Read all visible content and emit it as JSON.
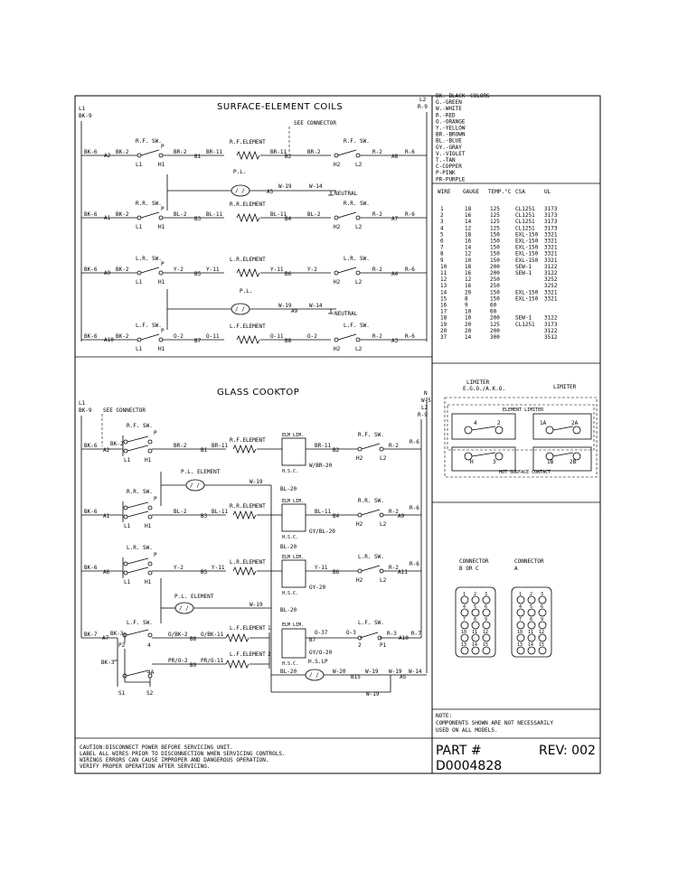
{
  "surface": {
    "title": "SURFACE-ELEMENT COILS",
    "l1": "L1",
    "bk9": "BK-9",
    "l2": "L2",
    "r9": "R-9",
    "see_connector": "SEE CONNECTOR",
    "neutral": "NEUTRAL",
    "pl": "P.L.",
    "w19": "W-19",
    "w14": "W-14",
    "a5": "A5",
    "a9": "A9",
    "rows": [
      {
        "left_wire": "BK-6",
        "left_term": "A2",
        "sw_in": "BK-2",
        "sw": "R.F. SW.",
        "l1": "L1",
        "h1": "H1",
        "p": "P",
        "out": "BR-2",
        "bterm": "B1",
        "wire1": "BR-11",
        "element": "R.F.ELEMENT",
        "wire2": "BR-11",
        "bterm2": "B2",
        "rwire": "BR-2",
        "rsw": "R.F. SW.",
        "h2": "H2",
        "l2": "L2",
        "rwire2": "R-2",
        "aterm": "A8",
        "right_wire": "R-6"
      },
      {
        "left_wire": "BK-6",
        "left_term": "A1",
        "sw_in": "BK-2",
        "sw": "R.R. SW.",
        "l1": "L1",
        "h1": "H1",
        "p": "P",
        "out": "BL-2",
        "bterm": "B3",
        "wire1": "BL-11",
        "element": "R.R.ELEMENT",
        "wire2": "BL-11",
        "bterm2": "B4",
        "rwire": "BL-2",
        "rsw": "R.R. SW.",
        "h2": "H2",
        "l2": "L2",
        "rwire2": "R-2",
        "aterm": "A7",
        "right_wire": "R-6"
      },
      {
        "left_wire": "BK-6",
        "left_term": "A9",
        "sw_in": "BK-2",
        "sw": "L.R. SW.",
        "l1": "L1",
        "h1": "H1",
        "p": "P",
        "out": "Y-2",
        "bterm": "B5",
        "wire1": "Y-11",
        "element": "L.R.ELEMENT",
        "wire2": "Y-11",
        "bterm2": "B6",
        "rwire": "Y-2",
        "rsw": "L.R. SW.",
        "h2": "H2",
        "l2": "L2",
        "rwire2": "R-2",
        "aterm": "A4",
        "right_wire": "R-6"
      },
      {
        "left_wire": "BK-6",
        "left_term": "A10",
        "sw_in": "BK-2",
        "sw": "L.F. SW.",
        "l1": "L1",
        "h1": "H1",
        "p": "P",
        "out": "O-2",
        "bterm": "B7",
        "wire1": "O-11",
        "element": "L.F.ELEMENT",
        "wire2": "O-11",
        "bterm2": "B8",
        "rwire": "O-2",
        "rsw": "L.F. SW.",
        "h2": "H2",
        "l2": "L2",
        "rwire2": "R-2",
        "aterm": "A3",
        "right_wire": "R-6"
      }
    ]
  },
  "glass": {
    "title": "GLASS COOKTOP",
    "l1": "L1",
    "bk9": "BK-9",
    "n": "N",
    "w5": "W-5",
    "l2": "L2",
    "r9": "R-9",
    "see_connector": "SEE CONNECTOR",
    "pl_element": "P.L. ELEMENT",
    "w19": "W-19",
    "bl20": "BL-20",
    "elm_lim": "ELM LIM.",
    "hsc": "H.S.C.",
    "rows": [
      {
        "left_wire": "BK-6",
        "left_term": "A2",
        "sw_in": "BK-2",
        "sw": "R.F. SW.",
        "out": "BR-2",
        "bterm": "B1",
        "wire1": "BR-11",
        "element": "R.F.ELEMENT",
        "wire2": "BR-11",
        "bterm2": "B2",
        "sub": "W/BR-20",
        "rwire2": "R-2",
        "aterm": "",
        "right_wire": "R-6"
      },
      {
        "left_wire": "BK-6",
        "left_term": "A1",
        "sw_in": "",
        "sw": "R.R. SW.",
        "out": "BL-2",
        "bterm": "B3",
        "wire1": "BL-11",
        "element": "R.R.ELEMENT",
        "wire2": "BL-11",
        "bterm2": "B4",
        "sub": "GY/BL-20",
        "rwire2": "R-2",
        "aterm": "A9",
        "right_wire": "R-6"
      },
      {
        "left_wire": "BK-6",
        "left_term": "A6",
        "sw_in": "",
        "sw": "L.R. SW.",
        "out": "Y-2",
        "bterm": "B5",
        "wire1": "Y-11",
        "element": "L.R.ELEMENT",
        "wire2": "Y-11",
        "bterm2": "B6",
        "sub": "GY-20",
        "rwire2": "R-2",
        "aterm": "A11",
        "right_wire": "R-6"
      }
    ],
    "lf": {
      "left_wire": "BK-7",
      "a7": "A7",
      "bk3": "BK-3",
      "bk3b": "BK-3",
      "sw": "L.F. SW.",
      "p2": "P2",
      "four": "4",
      "fourA": "4A",
      "s1": "S1",
      "s2": "S2",
      "o_bk2": "O/BK-2",
      "b8": "B8",
      "o_bk11": "O/BK-11",
      "pr_o2": "PR/O-2",
      "b9": "B9",
      "pr_o11": "PR/O-11",
      "element": "L.F.ELEMENT",
      "one": "1",
      "two": "2",
      "o37": "O-37",
      "b7": "B7",
      "gy_o20": "GY/O-20",
      "o3": "O-3",
      "p1": "P1",
      "r3": "R-3",
      "a10": "A10",
      "r7": "R-7",
      "hslp": "H.S.LP",
      "w20": "W-20",
      "b15": "B15",
      "w19": "W-19",
      "a5": "A5",
      "w14": "W-14",
      "w19b": "W-19",
      "bl20": "BL-20",
      "bl20b": "BL-20"
    }
  },
  "colors": {
    "title": "COLORS",
    "list": [
      "BK.-BLACK",
      "G.-GREEN",
      "W.-WHITE",
      "R.-RED",
      "O.-ORANGE",
      "Y.-YELLOW",
      "BR.-BROWN",
      "BL.-BLUE",
      "GY.-GRAY",
      "V.-VIOLET",
      "T.-TAN",
      "C-COPPER",
      "P-PINK",
      "PR-PURPLE"
    ]
  },
  "wire_table": {
    "headers": [
      "WIRE",
      "GAUGE",
      "TEMP.°C",
      "CSA",
      "UL"
    ],
    "rows": [
      [
        "1",
        "18",
        "125",
        "CL1251",
        "3173"
      ],
      [
        "2",
        "16",
        "125",
        "CL1251",
        "3173"
      ],
      [
        "3",
        "14",
        "125",
        "CL1251",
        "3173"
      ],
      [
        "4",
        "12",
        "125",
        "CL1251",
        "3173"
      ],
      [
        "5",
        "18",
        "150",
        "EXL-150",
        "3321"
      ],
      [
        "6",
        "16",
        "150",
        "EXL-150",
        "3321"
      ],
      [
        "7",
        "14",
        "150",
        "EXL-150",
        "3321"
      ],
      [
        "8",
        "12",
        "150",
        "EXL-150",
        "3321"
      ],
      [
        "9",
        "10",
        "150",
        "EXL-150",
        "3321"
      ],
      [
        "10",
        "18",
        "200",
        "SEW-1",
        "3122"
      ],
      [
        "11",
        "16",
        "200",
        "SEW-1",
        "3122"
      ],
      [
        "12",
        "12",
        "250",
        "",
        "3252"
      ],
      [
        "13",
        "16",
        "250",
        "",
        "3252"
      ],
      [
        "14",
        "20",
        "150",
        "EXL-150",
        "3321"
      ],
      [
        "15",
        "8",
        "150",
        "EXL-150",
        "3321"
      ],
      [
        "16",
        "9",
        "60",
        "",
        ""
      ],
      [
        "17",
        "10",
        "60",
        "",
        ""
      ],
      [
        "18",
        "10",
        "200",
        "SEW-1",
        "3122"
      ],
      [
        "19",
        "20",
        "125",
        "CL1251",
        "3173"
      ],
      [
        "20",
        "20",
        "200",
        "",
        "3122"
      ],
      [
        "37",
        "14",
        "300",
        "",
        "3512"
      ]
    ]
  },
  "limiter": {
    "title1": "LIMITER",
    "title1b": "E.G.O./A.K.O.",
    "title2": "LIMITER",
    "inner": "ELEMENT LIMITER",
    "hot": "HOT SURFACE CONTACT",
    "a_terms": [
      "4",
      "2",
      "H",
      "3"
    ],
    "b_terms": [
      "1A",
      "2A",
      "1B",
      "2B"
    ]
  },
  "connectors": {
    "bc_title": "CONNECTOR",
    "bc_sub": "B OR C",
    "a_title": "CONNECTOR",
    "a_sub": "A",
    "pins": [
      [
        "1",
        "2",
        "3"
      ],
      [
        "4",
        "5",
        "6"
      ],
      [
        "7",
        "8",
        "9"
      ],
      [
        "10",
        "11",
        "12"
      ],
      [
        "13",
        "14",
        "15"
      ]
    ]
  },
  "note": {
    "label": "NOTE:",
    "text1": "COMPONENTS SHOWN ARE NOT NECESSARILY",
    "text2": "USED ON ALL MODELS."
  },
  "caution": [
    "CAUTION:DISCONNECT POWER BEFORE SERVICING UNIT.",
    "LABEL ALL WIRES PRIOR TO DISCONNECTION WHEN SERVICING CONTROLS.",
    "WIRINGS ERRORS CAN CAUSE IMPROPER AND DANGEROUS OPERATION.",
    "VERIFY PROPER OPERATION AFTER SERVICING."
  ],
  "part": {
    "label": "PART #",
    "rev": "REV: 002",
    "number": "D0004828"
  }
}
